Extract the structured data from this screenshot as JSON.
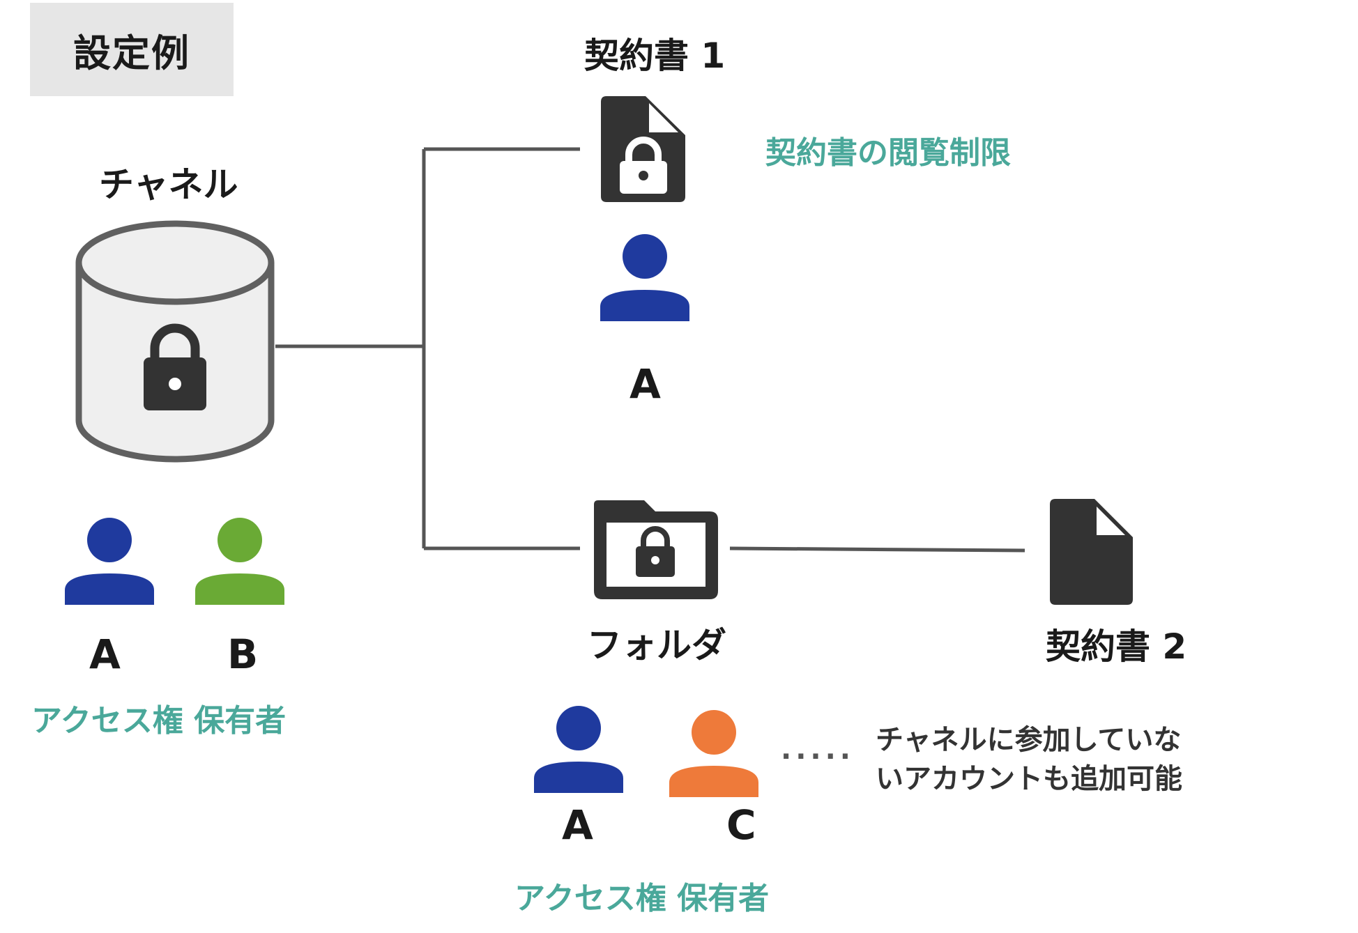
{
  "header": {
    "tag_label": "設定例"
  },
  "channel": {
    "title": "チャネル",
    "users": [
      {
        "letter": "A",
        "color": "#1f3a9e"
      },
      {
        "letter": "B",
        "color": "#6aaa35"
      }
    ],
    "access_label": "アクセス権 保有者"
  },
  "contract1": {
    "title": "契約書 1",
    "restriction_label": "契約書の閲覧制限",
    "users": [
      {
        "letter": "A",
        "color": "#1f3a9e"
      }
    ]
  },
  "folder": {
    "title": "フォルダ",
    "users": [
      {
        "letter": "A",
        "color": "#1f3a9e"
      },
      {
        "letter": "C",
        "color": "#ee7a3a"
      }
    ],
    "access_label": "アクセス権 保有者",
    "note": "チャネルに参加していないアカウントも追加可能",
    "note_dots": "....."
  },
  "contract2": {
    "title": "契約書 2"
  },
  "colors": {
    "teal": "#4aa89a",
    "icon_dark": "#333333",
    "cylinder_fill": "#efefef",
    "cylinder_stroke": "#606060",
    "connector": "#555555"
  },
  "icons": [
    "database-lock-icon",
    "document-lock-icon",
    "folder-lock-icon",
    "document-icon",
    "user-icon"
  ]
}
